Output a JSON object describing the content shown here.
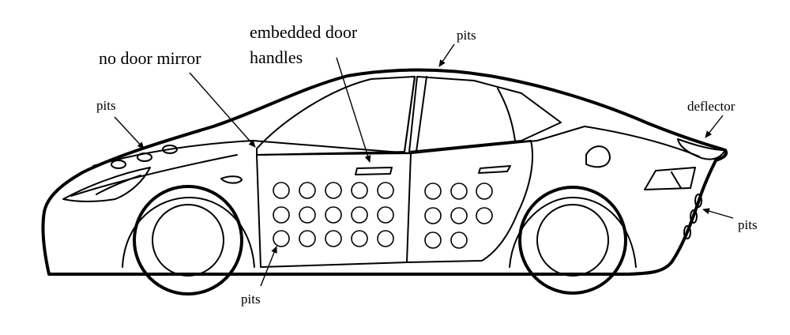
{
  "labels": {
    "pits_top": "pits",
    "embedded_door_handles_line1": "embedded door",
    "embedded_door_handles_line2": "handles",
    "no_door_mirror": "no door mirror",
    "pits_hood": "pits",
    "deflector": "deflector",
    "pits_rear": "pits",
    "pits_bottom": "pits"
  },
  "colors": {
    "stroke": "#000000",
    "background": "#ffffff"
  }
}
